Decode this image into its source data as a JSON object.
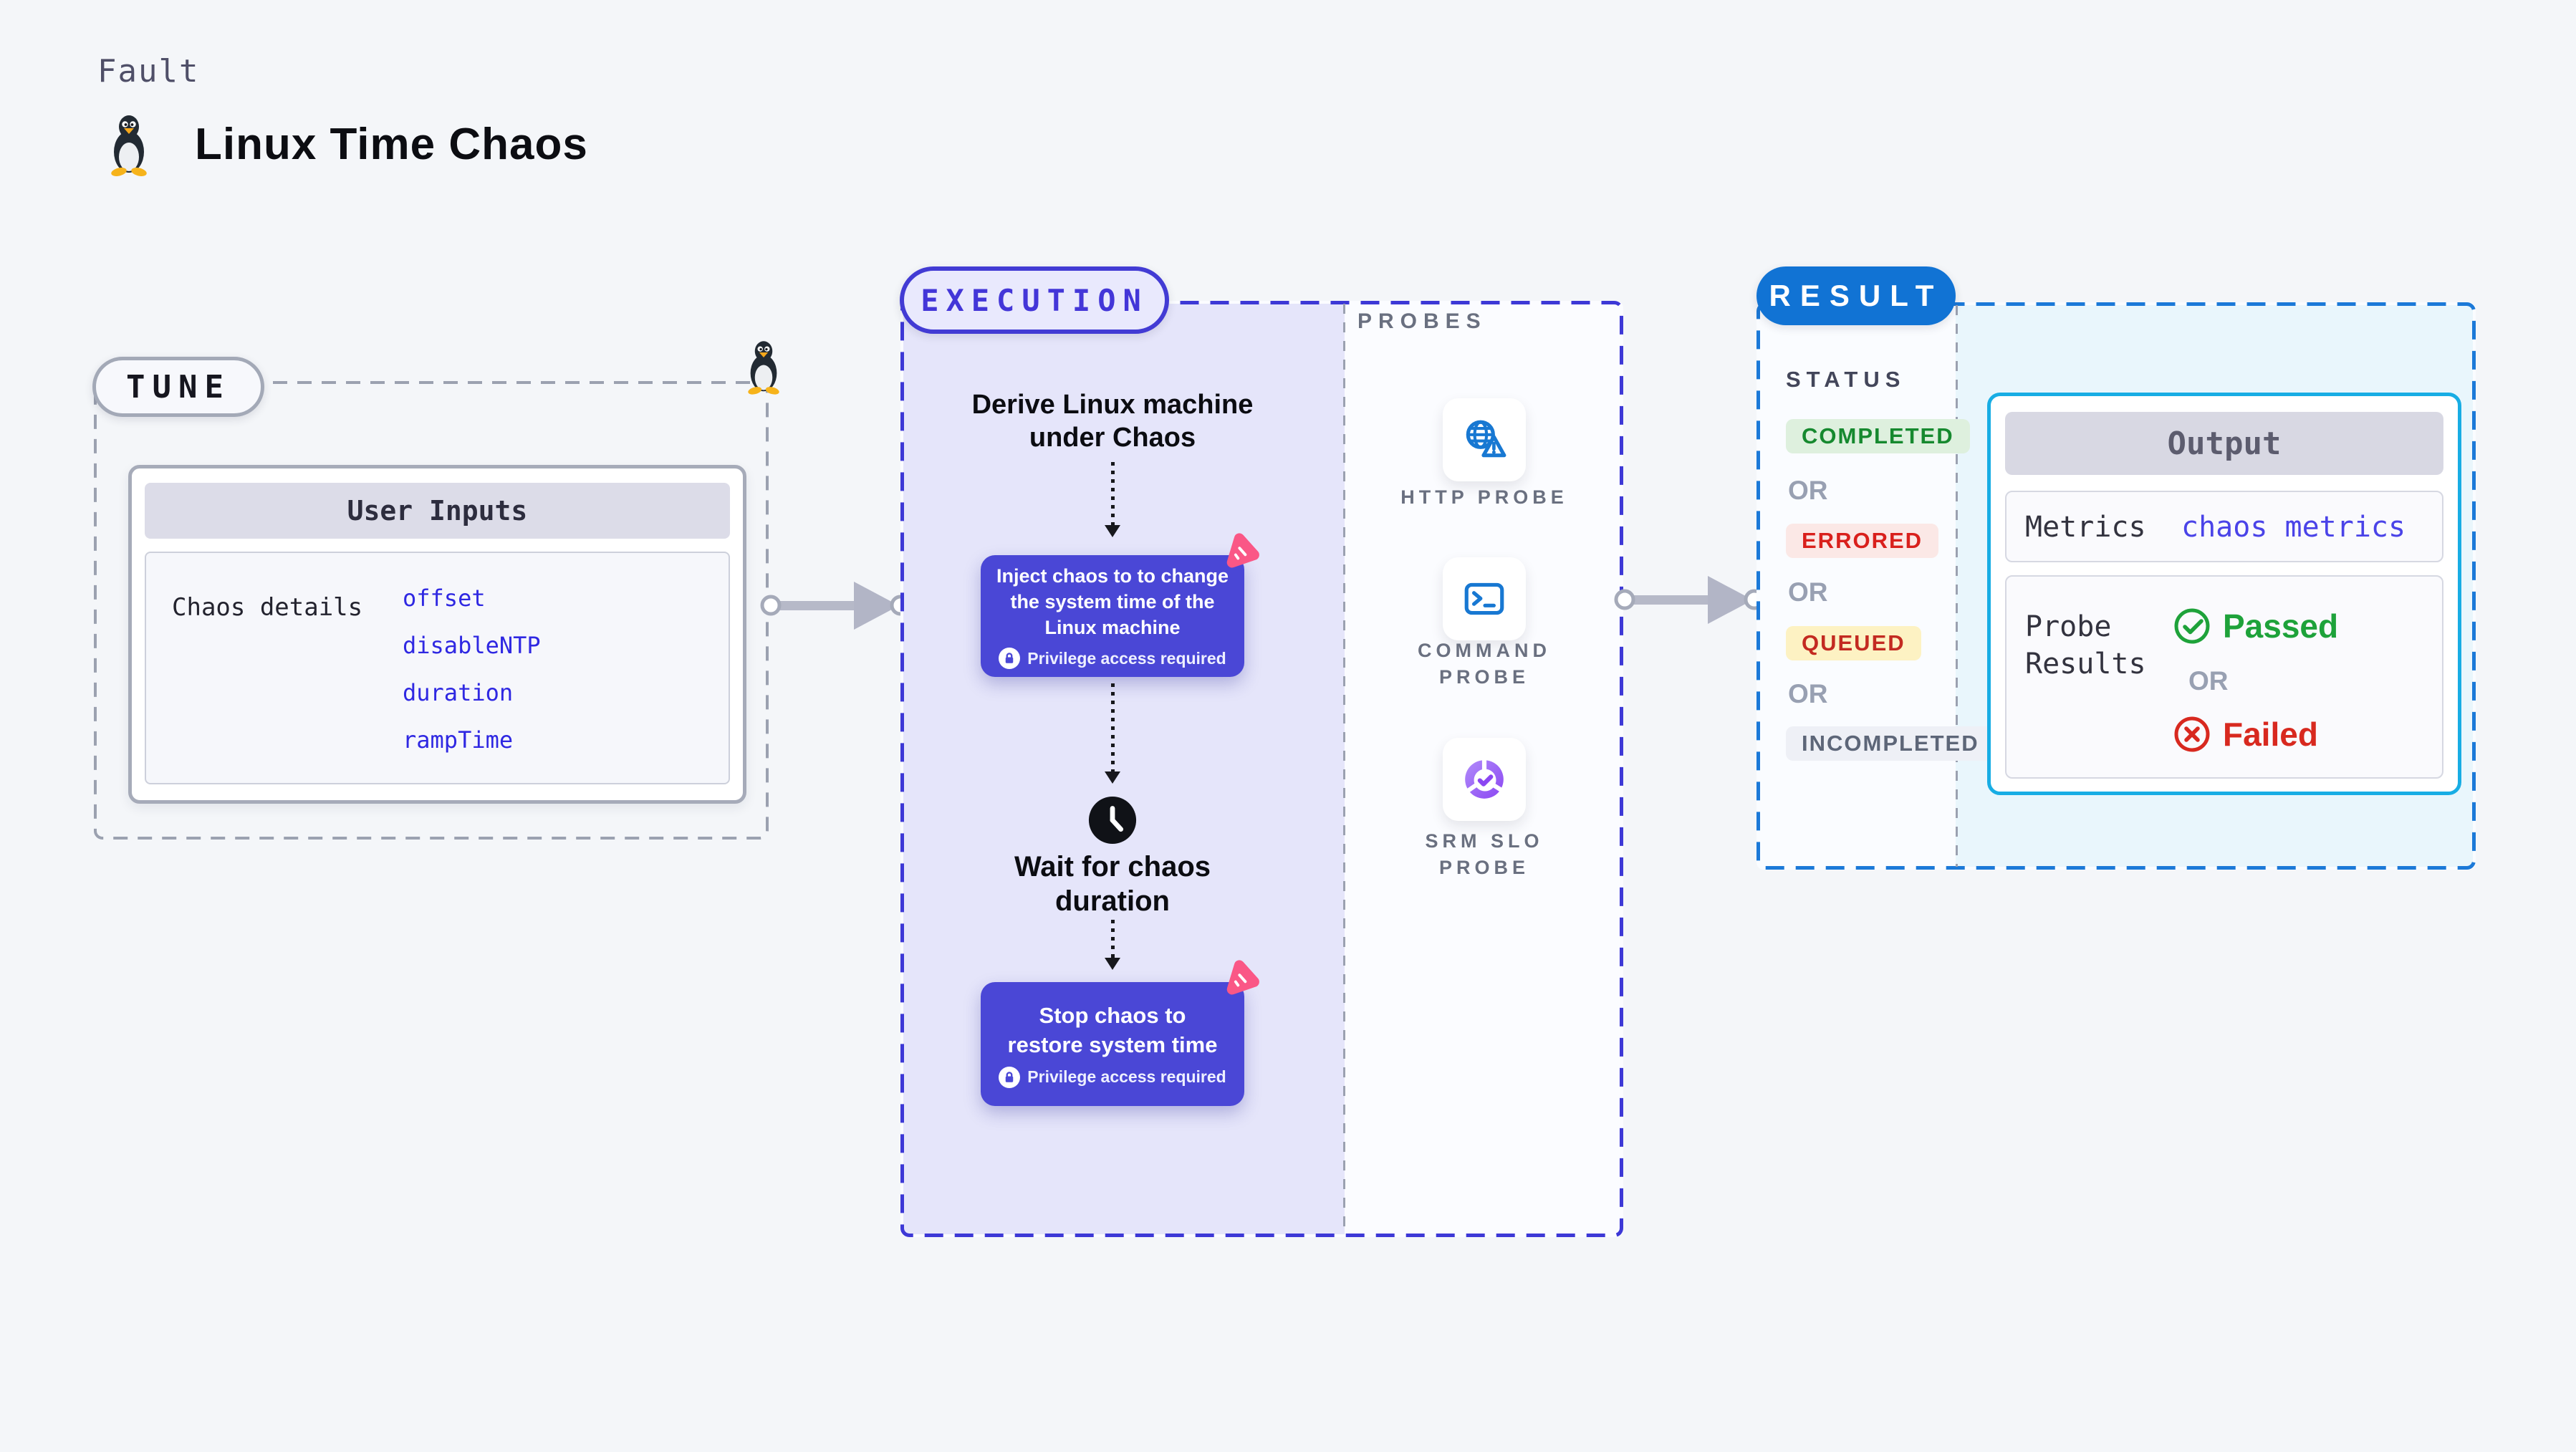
{
  "page": {
    "eyebrow": "Fault",
    "title": "Linux Time Chaos"
  },
  "tune": {
    "pill": "TUNE",
    "user_inputs_title": "User Inputs",
    "row_label": "Chaos details",
    "params": [
      "offset",
      "disableNTP",
      "duration",
      "rampTime"
    ]
  },
  "execution": {
    "pill": "EXECUTION",
    "derive_text": "Derive Linux machine\nunder Chaos",
    "inject_text": "Inject chaos to to change\nthe system time of the\nLinux machine",
    "privilege_text": "Privilege access required",
    "wait_text": "Wait for chaos\nduration",
    "stop_text": "Stop chaos to\nrestore system time"
  },
  "probes": {
    "label": "PROBES",
    "items": [
      {
        "label": "HTTP PROBE",
        "icon": "globe-alert-icon"
      },
      {
        "label": "COMMAND\nPROBE",
        "icon": "terminal-icon"
      },
      {
        "label": "SRM SLO\nPROBE",
        "icon": "slo-donut-icon"
      }
    ]
  },
  "result": {
    "pill": "RESULT",
    "status_label": "STATUS",
    "or_label": "OR",
    "statuses": [
      {
        "label": "COMPLETED",
        "fg": "#16892f",
        "bg": "#def0de"
      },
      {
        "label": "ERRORED",
        "fg": "#d9201c",
        "bg": "#fbe8e6"
      },
      {
        "label": "QUEUED",
        "fg": "#c32a21",
        "bg": "#fdf2c3"
      },
      {
        "label": "INCOMPLETED",
        "fg": "#5d6678",
        "bg": "#eef0f6"
      }
    ],
    "output": {
      "title": "Output",
      "metrics_label": "Metrics",
      "metrics_value": "chaos metrics",
      "probe_results_label": "Probe\nResults",
      "passed_label": "Passed",
      "failed_label": "Failed",
      "or_label": "OR"
    }
  },
  "colors": {
    "accent_indigo": "#423bd4",
    "accent_blue": "#1173d4",
    "accent_cyan": "#18ade4",
    "node_indigo": "#4a47d6",
    "chaos_pink": "#fa5786",
    "param_blue": "#2f28e2",
    "passed_green": "#1ea23a",
    "failed_red": "#d8291f",
    "lavender_fill": "#e5e5fa",
    "cyan_fill": "#e9f6fc"
  }
}
